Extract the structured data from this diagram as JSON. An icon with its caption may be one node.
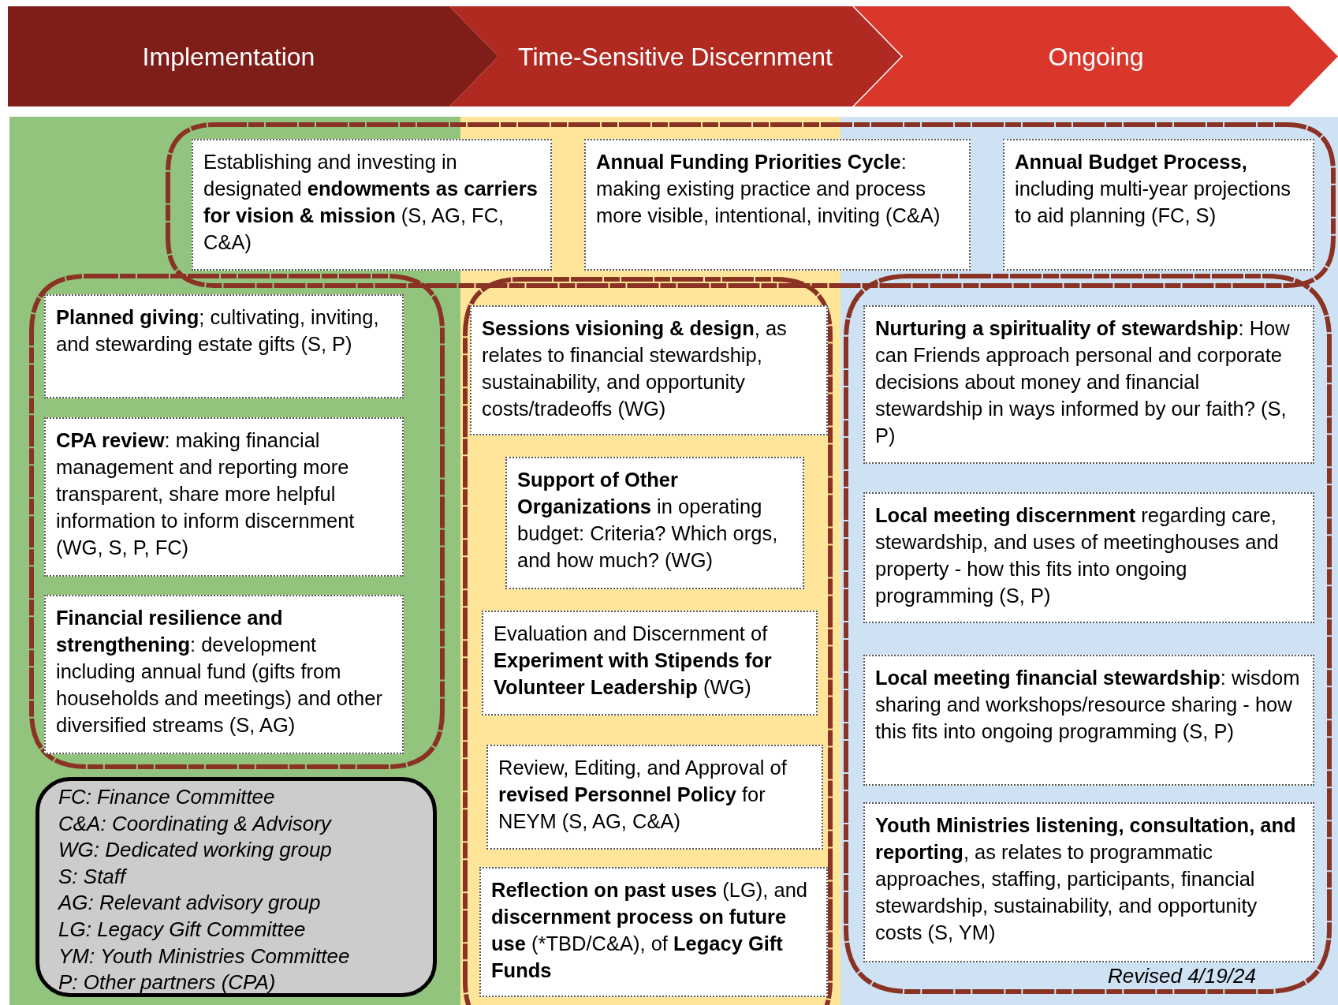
{
  "diagram": {
    "nodes": [
      {
        "text": [
          "Implementation"
        ]
      },
      {
        "text": [
          "Time-Sensitive Discernment"
        ]
      },
      {
        "text": [
          "Ongoing"
        ]
      },
      {
        "text": [
          "Establishing and investing in designated **endowments as carriers for vision & mission** (S, AG, FC, C&A)"
        ]
      },
      {
        "text": [
          "**Annual Funding Priorities Cycle**: making existing practice and process more visible, intentional, inviting (C&A)"
        ]
      },
      {
        "text": [
          "**Annual Budget Process,** including multi-year projections to aid planning (FC, S)"
        ]
      },
      {
        "text": [
          "**Planned giving**; cultivating, inviting, and stewarding estate gifts (S, P)"
        ]
      },
      {
        "text": [
          "**CPA review**: making financial management and reporting more transparent, share more helpful information to inform discernment (WG, S, P, FC)"
        ]
      },
      {
        "text": [
          "**Financial resilience and strengthening**: development including annual fund (gifts from households and meetings) and other diversified streams (S, AG)"
        ]
      },
      {
        "text": [
          "FC: Finance Committee",
          "C&A: Coordinating & Advisory",
          "WG: Dedicated working group",
          "S: Staff",
          "AG: Relevant advisory group",
          "LG: Legacy Gift Committee",
          "YM: Youth Ministries Committee",
          "P: Other partners (CPA)"
        ]
      },
      {
        "text": [
          "**Sessions visioning & design**, as relates to financial stewardship, sustainability, and opportunity costs/tradeoffs (WG)"
        ]
      },
      {
        "text": [
          "**Support of Other Organizations** in operating budget: Criteria? Which orgs, and how much? (WG)"
        ]
      },
      {
        "text": [
          "Evaluation and Discernment of **Experiment with Stipends for Volunteer Leadership** (WG)"
        ]
      },
      {
        "text": [
          "Review, Editing, and Approval of **revised Personnel Policy** for NEYM (S, AG, C&A)"
        ]
      },
      {
        "text": [
          "**Reflection on past uses** (LG), and **discernment process on future use** (*TBD/C&A), of **Legacy Gift Funds**"
        ]
      },
      {
        "text": [
          "**Nurturing a spirituality of stewardship**: How can Friends approach personal and corporate decisions about money and financial stewardship in ways informed by our faith? (S, P)"
        ]
      },
      {
        "text": [
          "**Local meeting discernment** regarding care, stewardship, and uses of meetinghouses and property - how this fits into ongoing programming (S, P)"
        ]
      },
      {
        "text": [
          "**Local meeting financial stewardship**: wisdom sharing and workshops/resource sharing - how this fits into ongoing programming (S, P)"
        ]
      },
      {
        "text": [
          "**Youth Ministries listening, consultation, and reporting**, as relates to programmatic approaches, staffing, participants, financial stewardship, sustainability, and opportunity costs (S, YM)"
        ]
      }
    ],
    "labels": [
      "Revised 4/19/24"
    ]
  }
}
